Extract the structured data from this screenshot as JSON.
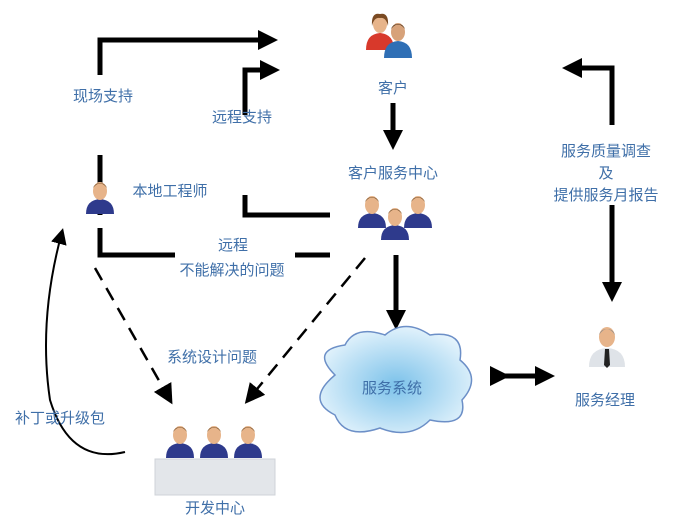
{
  "nodes": {
    "customer": "客户",
    "service_center": "客户服务中心",
    "local_engineer": "本地工程师",
    "service_system": "服务系统",
    "service_manager": "服务经理",
    "dev_center": "开发中心"
  },
  "edges": {
    "onsite_support": "现场支持",
    "remote_support": "远程支持",
    "remote_unsolved_1": "远程",
    "remote_unsolved_2": "不能解决的问题",
    "design_issue": "系统设计问题",
    "patch": "补丁或升级包",
    "survey_1": "服务质量调查",
    "survey_2": "及",
    "survey_3": "提供服务月报告"
  },
  "colors": {
    "label": "#3f6fa8",
    "line": "#000000",
    "shirt": "#2e3a8c",
    "cloud": "#bfe0f5"
  }
}
